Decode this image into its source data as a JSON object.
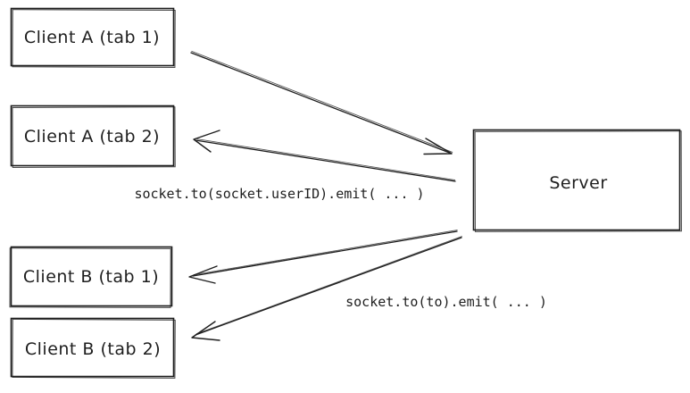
{
  "diagram": {
    "colors": {
      "stroke": "#1e1e1e",
      "background": "#ffffff"
    },
    "nodes": [
      {
        "id": "client-a-tab1",
        "label": "Client A (tab 1)"
      },
      {
        "id": "client-a-tab2",
        "label": "Client A (tab 2)"
      },
      {
        "id": "client-b-tab1",
        "label": "Client B (tab 1)"
      },
      {
        "id": "client-b-tab2",
        "label": "Client B (tab 2)"
      },
      {
        "id": "server",
        "label": "Server"
      }
    ],
    "edges": [
      {
        "from": "client-a-tab1",
        "to": "server"
      },
      {
        "from": "server",
        "to": "client-a-tab2"
      },
      {
        "from": "server",
        "to": "client-b-tab1"
      },
      {
        "from": "server",
        "to": "client-b-tab2"
      }
    ],
    "annotations": [
      {
        "id": "emit-userid",
        "text": "socket.to(socket.userID).emit( ... )"
      },
      {
        "id": "emit-to",
        "text": "socket.to(to).emit( ... )"
      }
    ]
  }
}
